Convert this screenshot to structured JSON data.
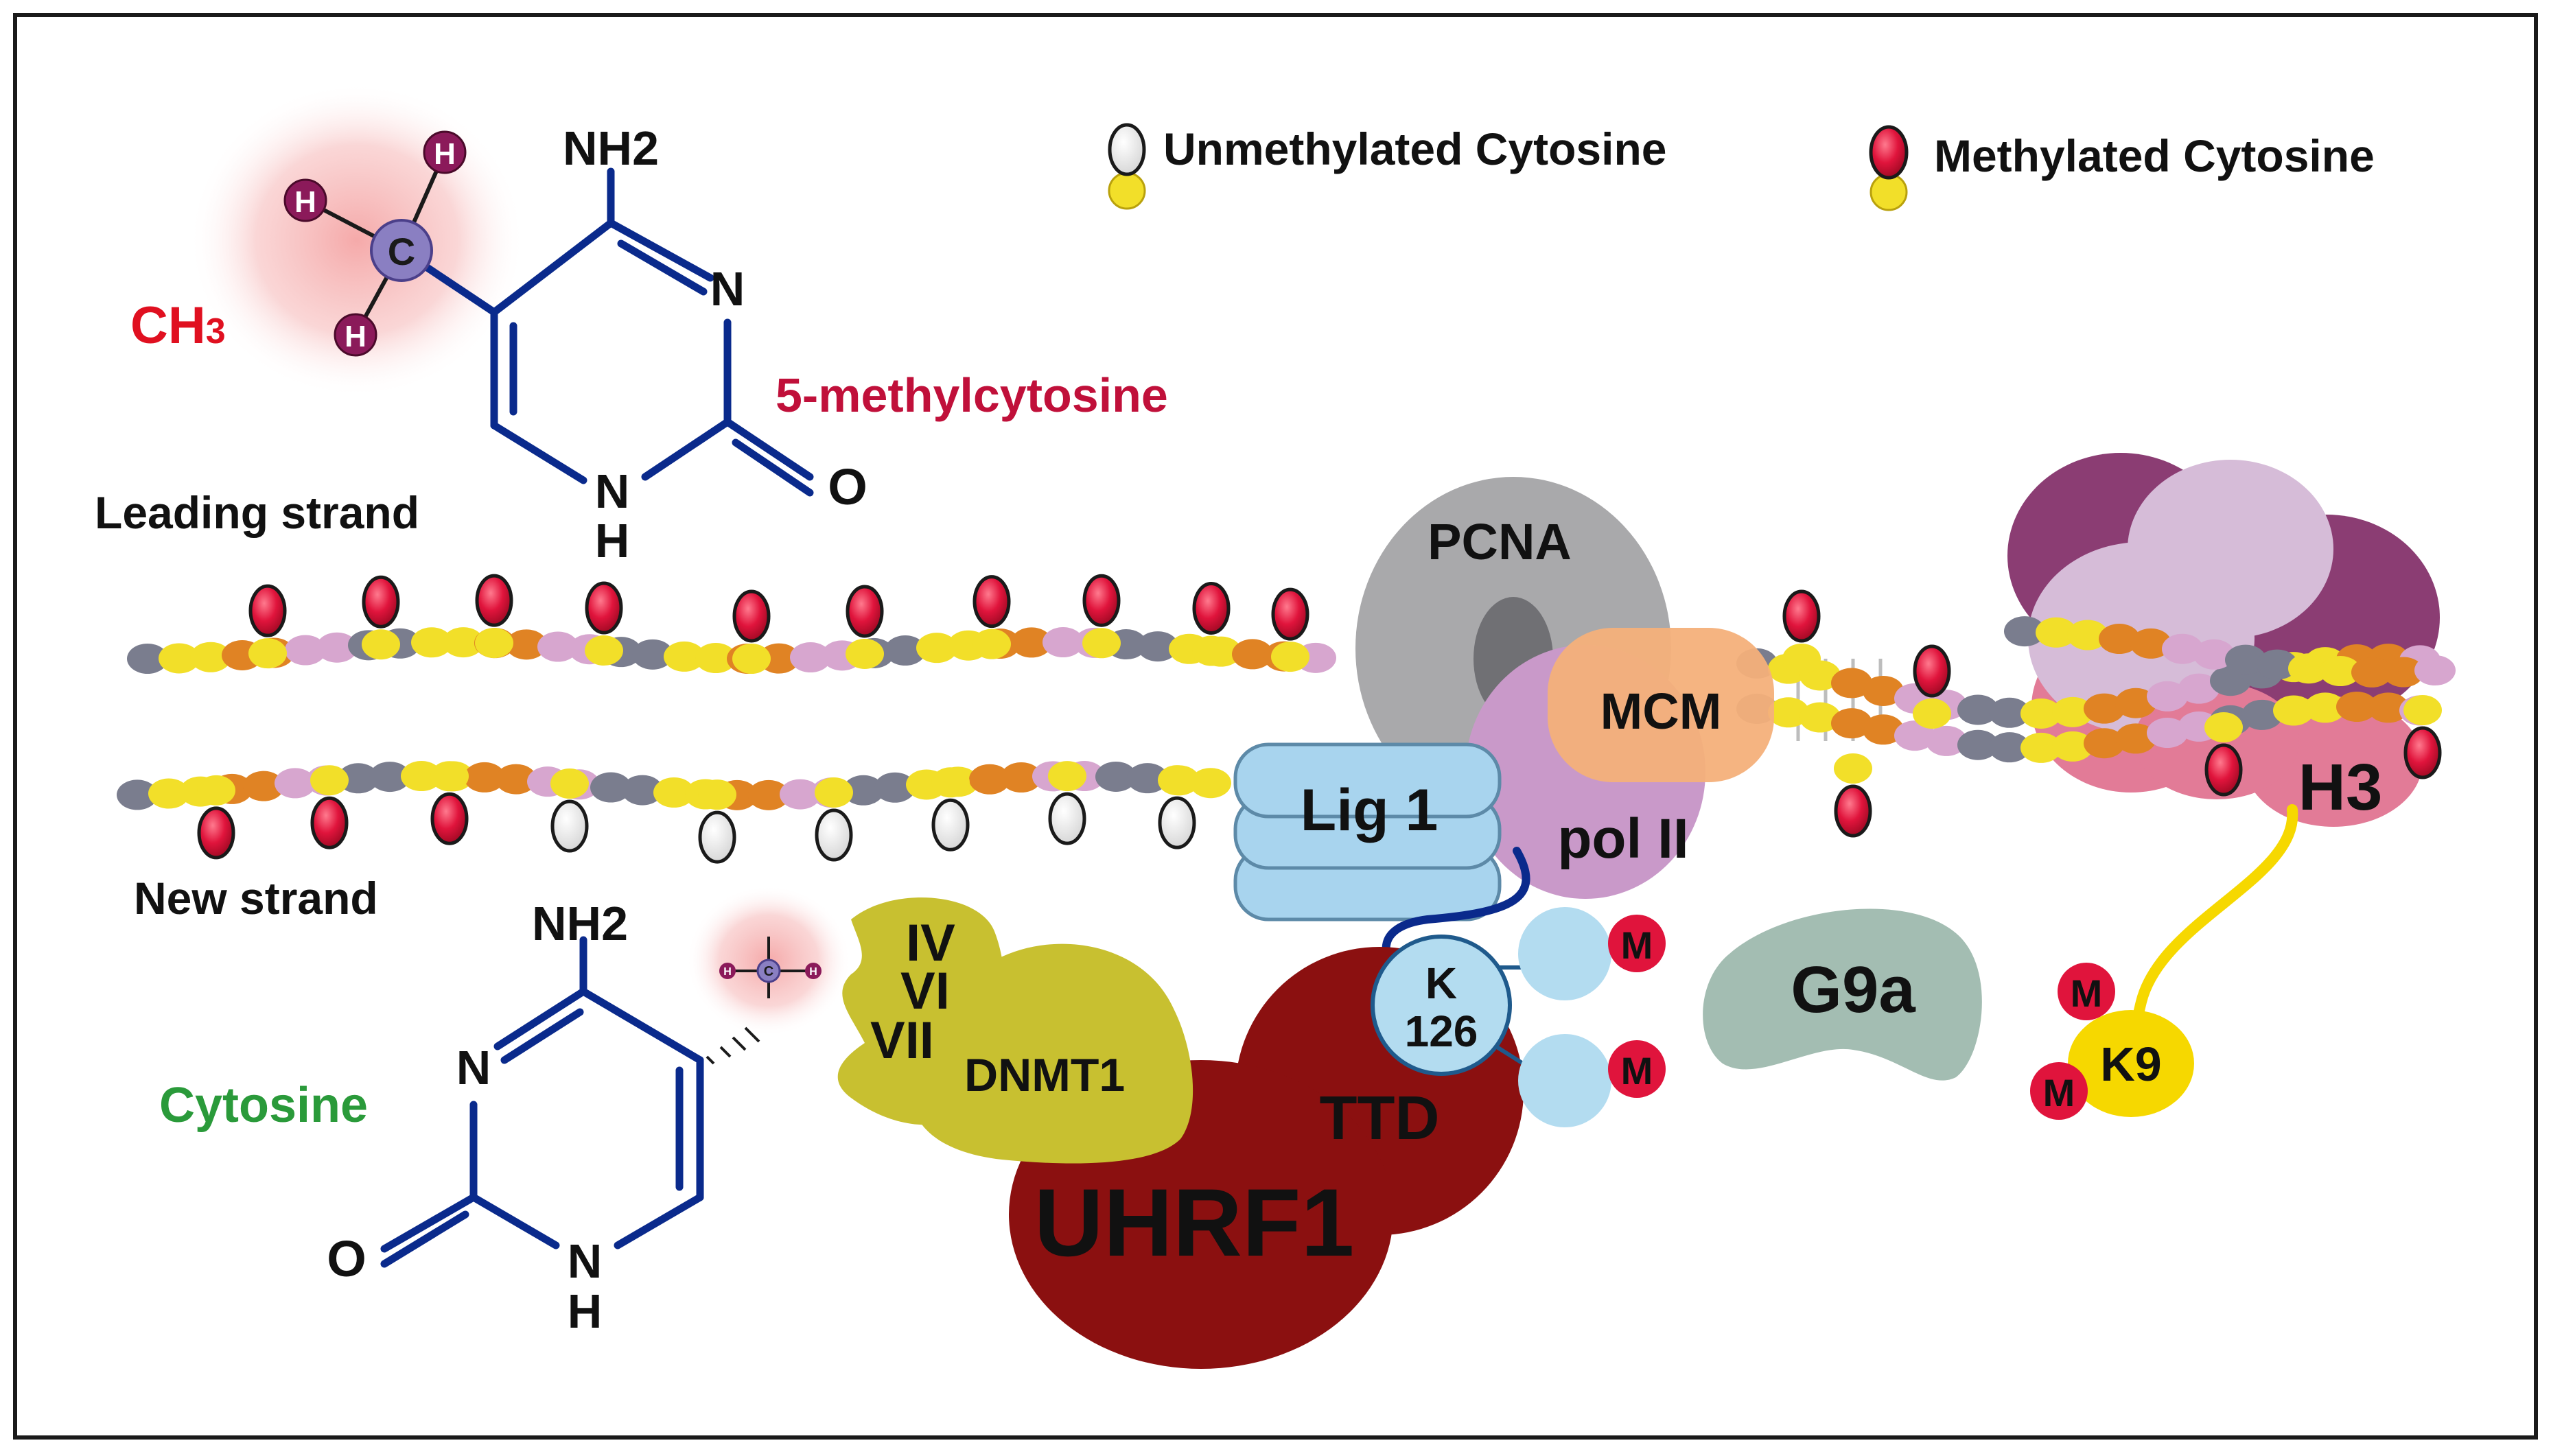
{
  "legend": {
    "unmethylated": "Unmethylated Cytosine",
    "methylated": "Methylated Cytosine"
  },
  "top_molecule": {
    "methyl_group": "CH",
    "methyl_subscript": "3",
    "carbon": "C",
    "hydrogen": "H",
    "amine": "NH2",
    "ring_n": "N",
    "ring_nh_n": "N",
    "ring_nh_h": "H",
    "oxygen": "O",
    "name": "5-methylcytosine"
  },
  "bottom_molecule": {
    "amine": "NH2",
    "ring_n": "N",
    "ring_nh_n": "N",
    "ring_nh_h": "H",
    "oxygen": "O",
    "name": "Cytosine",
    "carbon": "C",
    "hydrogen": "H"
  },
  "strands": {
    "leading": "Leading strand",
    "new": "New strand"
  },
  "proteins": {
    "pcna": "PCNA",
    "mcm": "MCM",
    "lig1": "Lig 1",
    "pol": "pol II",
    "dnmt1": "DNMT1",
    "domain_iv": "IV",
    "domain_vi": "VI",
    "domain_vii": "VII",
    "uhrf1": "UHRF1",
    "ttd": "TTD",
    "k126_k": "K",
    "k126_num": "126",
    "g9a": "G9a",
    "h3": "H3",
    "k9": "K9",
    "methyl_mark": "M"
  },
  "colors": {
    "dna_blue": "#0a2a8c",
    "methyl_red": "#e0143c",
    "text_red": "#e01020",
    "text_crimson": "#c0103a",
    "text_green": "#2a9a3a",
    "uhrf1": "#8b1010",
    "dnmt1": "#c8c030",
    "g9a": "#a3bdb2",
    "lig1": "#a8d4ee",
    "k_light_blue": "#b3dcf0",
    "pcna": "#a9a9ab",
    "mcm": "#f4b07a",
    "pol": "#c999c9",
    "h3_pink": "#e27b97",
    "histone_purple": "#8b3d73",
    "histone_lilac": "#d6bcd8",
    "k9_yellow": "#f6d800",
    "bead_gray": "#7a7d8e",
    "bead_pink": "#d7a6cf",
    "bead_orange": "#e08324",
    "bead_yellow": "#f2df29"
  }
}
